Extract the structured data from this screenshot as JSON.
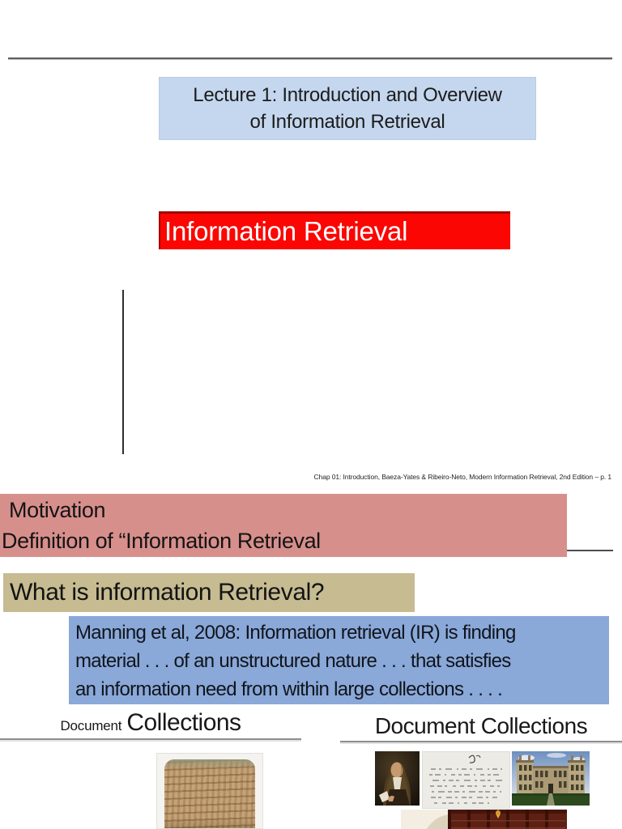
{
  "slide": {
    "lecture_box": {
      "lines": [
        "Lecture 1: Introduction and Overview",
        "of Information Retrieval"
      ],
      "bg_color": "#c4d7ee"
    },
    "banner": {
      "text": "Information Retrieval",
      "bg_color": "#fb0603",
      "accent_color": "#a30504"
    },
    "citation": "Chap 01: Introduction, Baeza-Yates & Ribeiro-Neto, Modern Information Retrieval, 2nd Edition – p. 1",
    "motivation_box": {
      "lines": [
        "Motivation",
        "Definition of “Information Retrieval"
      ],
      "bg_color": "#d78f8c"
    },
    "question_box": {
      "text": "What is information Retrieval?",
      "bg_color": "#c6bb91"
    },
    "definition_box": {
      "lines": [
        "Manning et al, 2008: Information retrieval (IR) is finding",
        "material . . . of an unstructured nature . . . that satisfies",
        "an information need from within large collections . . . ."
      ],
      "bg_color": "#8aa8d8"
    },
    "collections_left": {
      "prefix": "Document",
      "title": "Collections"
    },
    "collections_right": {
      "title": "Document Collections"
    },
    "images": {
      "tablet": "cuneiform-clay-tablet-photo",
      "portrait": "portrait-painting-photo",
      "manuscript": "shorthand-manuscript-photo",
      "building": "library-building-photo",
      "interior": "library-interior-photo"
    }
  }
}
